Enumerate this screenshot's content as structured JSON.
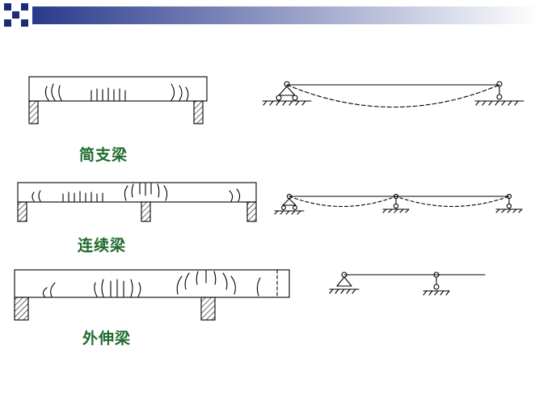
{
  "header": {
    "square_color": "#1c2a78",
    "gradient_start": "#2a3a8c",
    "gradient_end": "#ffffff"
  },
  "diagram": {
    "line_color": "#000000",
    "label_color": "#1f6b2d"
  },
  "labels": {
    "simple_beam": "简支梁",
    "continuous_beam": "连续梁",
    "overhanging_beam": "外伸梁"
  }
}
